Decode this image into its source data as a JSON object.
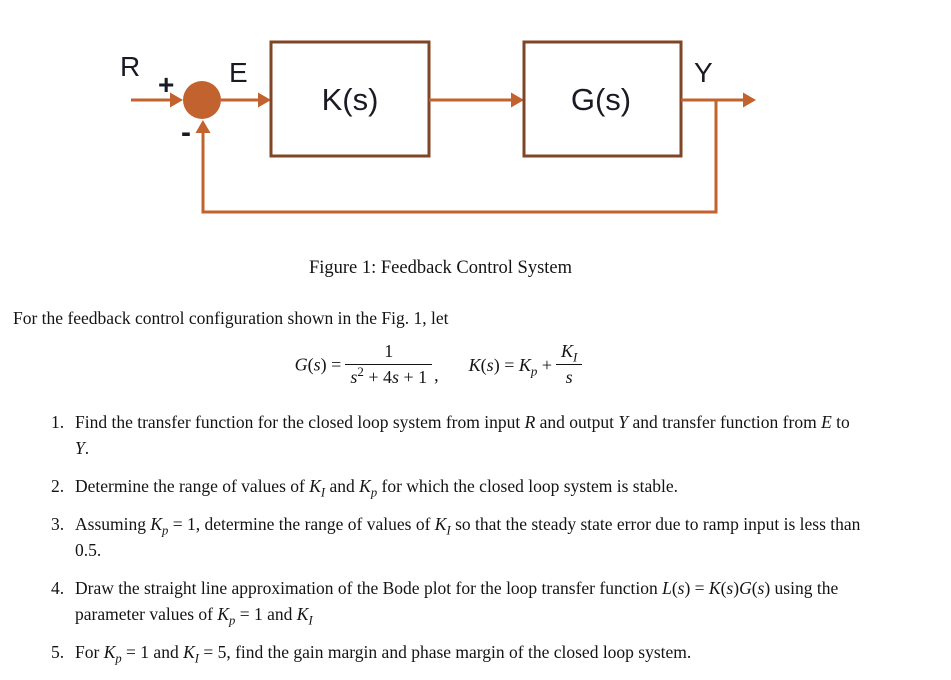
{
  "colors": {
    "accent_line": "#c2622f",
    "block_border": "#804526",
    "diagram_text": "#1a1a24",
    "body_text": "#141414",
    "background": "#ffffff"
  },
  "diagram": {
    "input_label": "R",
    "plus_sign": "+",
    "minus_sign": "-",
    "error_label": "E",
    "output_label": "Y",
    "controller_label": "K(s)",
    "plant_label": "G(s)"
  },
  "caption": "Figure 1: Feedback Control System",
  "intro": "For the feedback control configuration shown in the Fig. 1, let",
  "equation": {
    "g_lhs": "$G(s) =$",
    "g_num": "$1$",
    "g_den": "$s^2 + 4s + 1$",
    "comma": ",",
    "k_lhs": "$K(s) = K_p +$",
    "k_num": "$K_I$",
    "k_den": "$s$"
  },
  "problems": [
    {
      "number": "1.",
      "text": "Find the transfer function for the closed loop system from input $R$ and output $Y$ and transfer function from $E$ to $Y$."
    },
    {
      "number": "2.",
      "text": "Determine the range of values of $K_I$ and $K_p$ for which the closed loop system is stable."
    },
    {
      "number": "3.",
      "text": "Assuming $K_p = 1$, determine the range of values of $K_I$ so that the steady state error due to ramp input is less than 0.5."
    },
    {
      "number": "4.",
      "text": "Draw the straight line approximation of the Bode plot for the loop transfer function $L(s) = K(s)G(s)$ using the parameter values of $K_p = 1$ and $K_I$"
    },
    {
      "number": "5.",
      "text": "For $K_p = 1$ and $K_I = 5$, find the gain margin and phase margin of the closed loop system."
    }
  ]
}
